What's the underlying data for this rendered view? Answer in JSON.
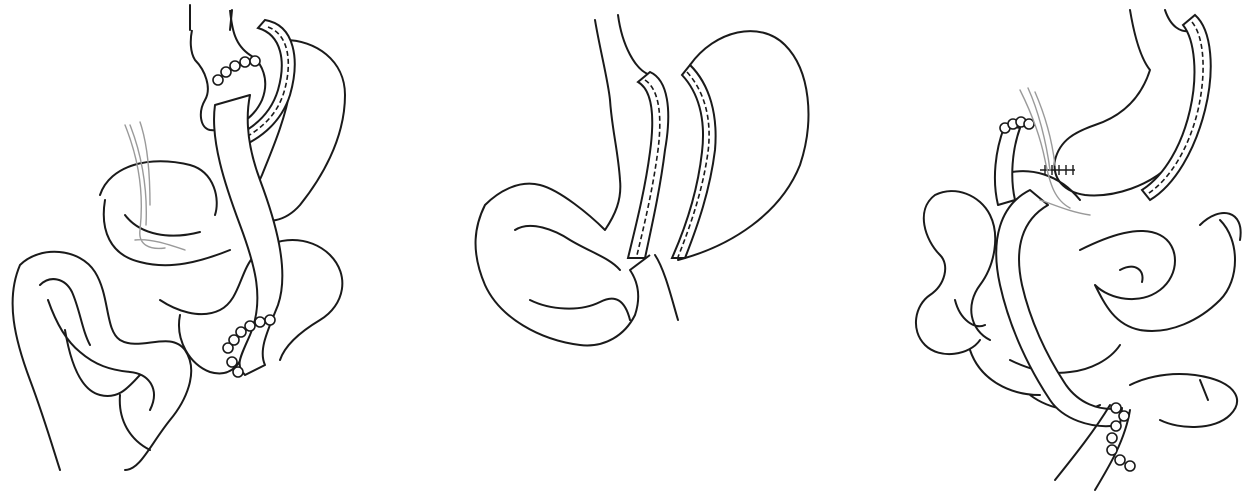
{
  "figure": {
    "panels": [
      {
        "id": "left",
        "components": [
          "gastric-pouch",
          "staple-line",
          "alimentary-limb",
          "anastomosis",
          "omental-vessels",
          "small-bowel-loops"
        ]
      },
      {
        "id": "middle",
        "components": [
          "esophagus",
          "gastric-pouch",
          "staple-line",
          "remnant-stomach",
          "staple-line",
          "duodenum"
        ]
      },
      {
        "id": "right",
        "components": [
          "gastric-pouch",
          "staple-line",
          "anastomosis",
          "omental-vessels",
          "alimentary-limb",
          "small-bowel-loops",
          "distal-anastomosis"
        ]
      }
    ],
    "colors": {
      "line": "#1a1a1a",
      "vessel": "#9a9a9a",
      "background": "#ffffff"
    }
  }
}
